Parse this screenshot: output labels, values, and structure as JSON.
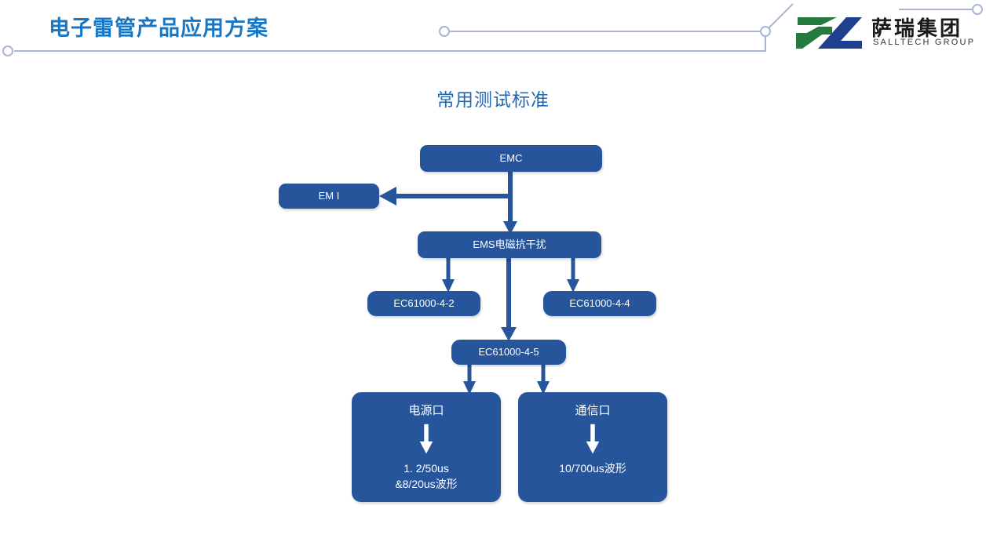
{
  "header": {
    "title": "电子雷管产品应用方案",
    "title_color": "#1777c4",
    "deco_color": "#a8b4d8"
  },
  "logo": {
    "mark_name": "salltech-logo-mark",
    "mark_green": "#267a3e",
    "mark_blue": "#1f3f8f",
    "chinese": "萨瑞集团",
    "english": "SALLTECH GROUP"
  },
  "diagram": {
    "title": "常用测试标准",
    "node_color": "#26559c",
    "nodes": {
      "emc": "EMC",
      "emi": "EM I",
      "ems": "EMS电磁抗干扰",
      "iec_4_2": "EC61000-4-2",
      "iec_4_4": "EC61000-4-4",
      "iec_4_5": "EC61000-4-5",
      "power_port": {
        "head": "电源口",
        "arrow": "↓",
        "line1": "1. 2/50us",
        "line2": "&8/20us波形"
      },
      "comm_port": {
        "head": "通信口",
        "arrow": "↓",
        "line1": "10/700us波形"
      }
    }
  }
}
